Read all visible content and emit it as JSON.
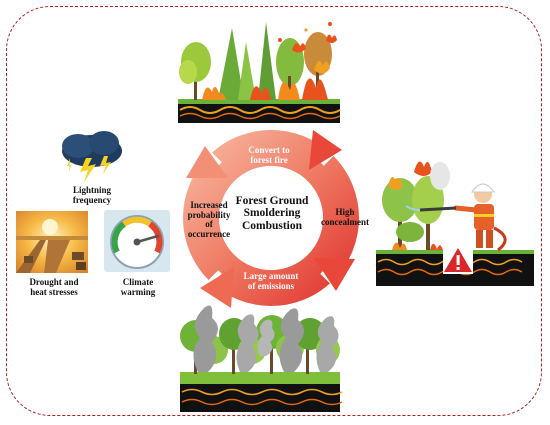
{
  "diagram": {
    "center_title": [
      "Forest Ground",
      "Smoldering",
      "Combustion"
    ],
    "cycle_labels": {
      "top": [
        "Convert to",
        "forest fire"
      ],
      "right": [
        "High",
        "concealment"
      ],
      "bottom": [
        "Large amount",
        "of emissions"
      ],
      "left": [
        "Increased",
        "probability",
        "of",
        "occurrence"
      ]
    },
    "factors": {
      "lightning": [
        "Lightning",
        "frequency"
      ],
      "drought": [
        "Drought and",
        "heat stresses"
      ],
      "climate": [
        "Climate",
        "warming"
      ]
    }
  },
  "colors": {
    "frame": "#b01e1e",
    "ring_start": "#f6a08a",
    "ring_end": "#e8433a",
    "warning": "#d8282c"
  }
}
